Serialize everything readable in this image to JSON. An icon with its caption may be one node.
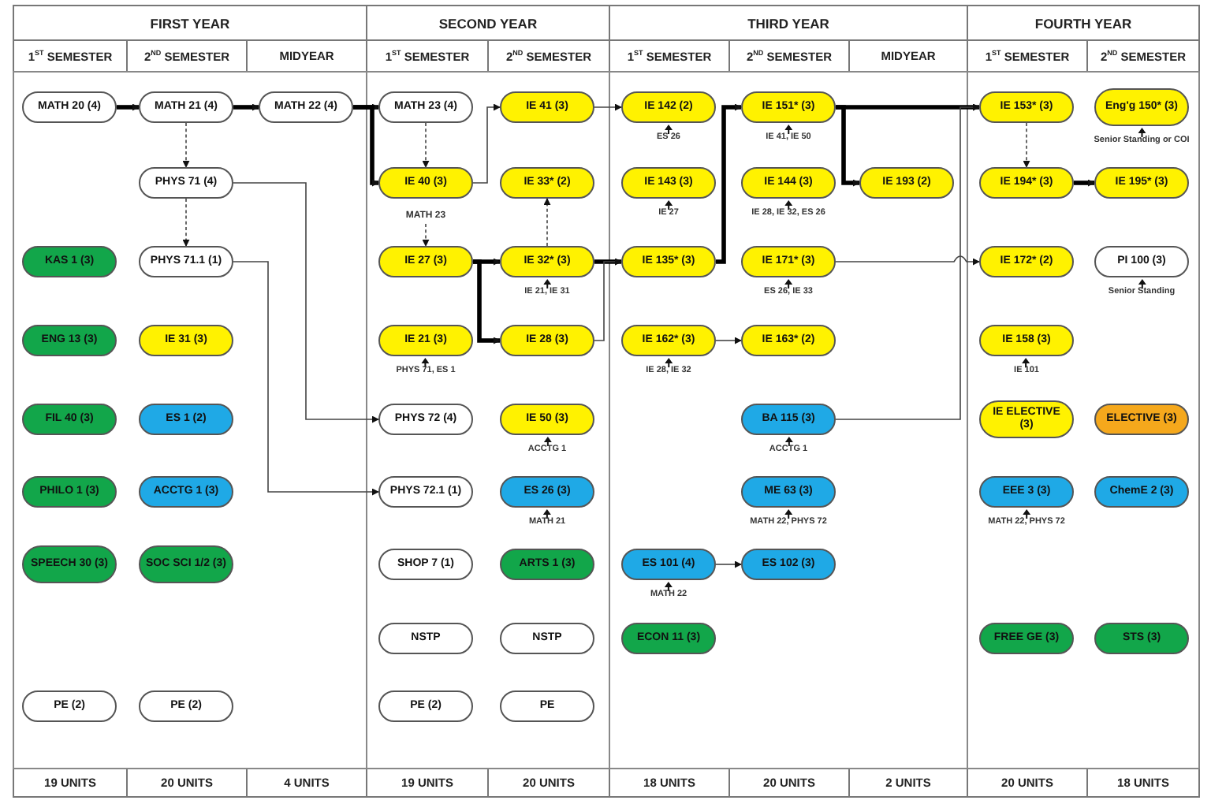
{
  "diagram": {
    "nodes": [
      {
        "text": [
          "MATH 20 (4)"
        ]
      },
      {
        "text": [
          "MATH 21 (4)"
        ]
      },
      {
        "text": [
          "MATH 22 (4)"
        ]
      },
      {
        "text": [
          "MATH 23 (4)"
        ]
      },
      {
        "text": [
          "IE 41 (3)"
        ]
      },
      {
        "text": [
          "IE 142 (2)"
        ],
        "beside": [
          "ES 26"
        ]
      },
      {
        "text": [
          "IE 151* (3)"
        ],
        "beside": [
          "IE 41, IE 50"
        ]
      },
      {
        "text": [
          "IE 153* (3)"
        ]
      },
      {
        "text": [
          "Eng'g 150* (3)"
        ],
        "beside": [
          "Senior Standing or COI"
        ]
      },
      {
        "text": [
          "PHYS 71 (4)"
        ]
      },
      {
        "text": [
          "IE 40 (3)"
        ]
      },
      {
        "text": [
          "IE 33* (2)"
        ]
      },
      {
        "text": [
          "IE 143 (3)"
        ],
        "beside": [
          "IE 27"
        ]
      },
      {
        "text": [
          "IE 144 (3)"
        ],
        "beside": [
          "IE 28, IE 32, ES 26"
        ]
      },
      {
        "text": [
          "IE 193 (2)"
        ]
      },
      {
        "text": [
          "IE 194* (3)"
        ]
      },
      {
        "text": [
          "IE 195* (3)"
        ]
      },
      {
        "text": [
          "MATH 23"
        ]
      },
      {
        "text": [
          "KAS 1 (3)"
        ]
      },
      {
        "text": [
          "PHYS 71.1 (1)"
        ]
      },
      {
        "text": [
          "IE 27 (3)"
        ]
      },
      {
        "text": [
          "IE 32* (3)"
        ],
        "beside": [
          "IE 21, IE 31"
        ]
      },
      {
        "text": [
          "IE 135* (3)"
        ]
      },
      {
        "text": [
          "IE 171* (3)"
        ],
        "beside": [
          "ES 26, IE 33"
        ]
      },
      {
        "text": [
          "IE 172* (2)"
        ]
      },
      {
        "text": [
          "PI 100 (3)"
        ],
        "beside": [
          "Senior Standing"
        ]
      },
      {
        "text": [
          "ENG 13 (3)"
        ]
      },
      {
        "text": [
          "IE 31 (3)"
        ]
      },
      {
        "text": [
          "IE 21 (3)"
        ],
        "beside": [
          "PHYS 71, ES 1"
        ]
      },
      {
        "text": [
          "IE 28 (3)"
        ]
      },
      {
        "text": [
          "IE 162* (3)"
        ],
        "beside": [
          "IE 28, IE 32"
        ]
      },
      {
        "text": [
          "IE 163* (2)"
        ]
      },
      {
        "text": [
          "IE 158 (3)"
        ],
        "beside": [
          "IE 101"
        ]
      },
      {
        "text": [
          "FIL 40 (3)"
        ]
      },
      {
        "text": [
          "ES 1 (2)"
        ]
      },
      {
        "text": [
          "PHYS 72 (4)"
        ]
      },
      {
        "text": [
          "IE 50 (3)"
        ],
        "beside": [
          "ACCTG 1"
        ]
      },
      {
        "text": [
          "BA 115 (3)"
        ],
        "beside": [
          "ACCTG 1"
        ]
      },
      {
        "text": [
          "IE ELECTIVE (3)"
        ]
      },
      {
        "text": [
          "ELECTIVE (3)"
        ]
      },
      {
        "text": [
          "PHILO 1 (3)"
        ]
      },
      {
        "text": [
          "ACCTG 1 (3)"
        ]
      },
      {
        "text": [
          "PHYS 72.1 (1)"
        ]
      },
      {
        "text": [
          "ES 26 (3)"
        ],
        "beside": [
          "MATH 21"
        ]
      },
      {
        "text": [
          "ME 63 (3)"
        ],
        "beside": [
          "MATH 22, PHYS 72"
        ]
      },
      {
        "text": [
          "EEE 3 (3)"
        ],
        "beside": [
          "MATH 22, PHYS 72"
        ]
      },
      {
        "text": [
          "ChemE 2 (3)"
        ]
      },
      {
        "text": [
          "SPEECH 30 (3)"
        ]
      },
      {
        "text": [
          "SOC SCI 1/2 (3)"
        ]
      },
      {
        "text": [
          "SHOP 7 (1)"
        ]
      },
      {
        "text": [
          "ARTS 1 (3)"
        ]
      },
      {
        "text": [
          "ES 101 (4)"
        ],
        "beside": [
          "MATH 22"
        ]
      },
      {
        "text": [
          "ES 102 (3)"
        ]
      },
      {
        "text": [
          "NSTP"
        ]
      },
      {
        "text": [
          "NSTP"
        ]
      },
      {
        "text": [
          "ECON 11 (3)"
        ]
      },
      {
        "text": [
          "FREE GE (3)"
        ]
      },
      {
        "text": [
          "STS (3)"
        ]
      },
      {
        "text": [
          "PE (2)"
        ]
      },
      {
        "text": [
          "PE (2)"
        ]
      },
      {
        "text": [
          "PE (2)"
        ]
      },
      {
        "text": [
          "PE"
        ]
      }
    ],
    "edges": [
      {
        "from": 0,
        "to": 1,
        "arrow": "to",
        "style": "thick"
      },
      {
        "from": 1,
        "to": 2,
        "arrow": "to",
        "style": "thick"
      },
      {
        "from": 2,
        "to": 3,
        "arrow": "to",
        "style": "thick"
      },
      {
        "from": 2,
        "to": 10,
        "arrow": "to",
        "style": "thick"
      },
      {
        "from": 3,
        "to": 10,
        "arrow": "to",
        "style": "dashed"
      },
      {
        "from": 1,
        "to": 9,
        "arrow": "to",
        "style": "dashed"
      },
      {
        "from": 9,
        "to": 19,
        "arrow": "to",
        "style": "dashed"
      },
      {
        "from": 9,
        "to": 35,
        "arrow": "to"
      },
      {
        "from": 19,
        "to": 42,
        "arrow": "to"
      },
      {
        "from": 10,
        "to": 4,
        "arrow": "to"
      },
      {
        "from": 4,
        "to": 5,
        "arrow": "to"
      },
      {
        "from": 17,
        "to": 20,
        "arrow": "to",
        "style": "dashed"
      },
      {
        "from": 20,
        "to": 21,
        "arrow": "to",
        "style": "thick"
      },
      {
        "from": 20,
        "to": 29,
        "arrow": "to",
        "style": "thick"
      },
      {
        "from": 21,
        "to": 11,
        "arrow": "to",
        "style": "dashed"
      },
      {
        "from": 21,
        "to": 22,
        "arrow": "to",
        "style": "thick"
      },
      {
        "from": 29,
        "to": 22,
        "arrow": "to"
      },
      {
        "from": 22,
        "to": 6,
        "arrow": "to",
        "style": "thick"
      },
      {
        "from": 6,
        "to": 7,
        "arrow": "to",
        "style": "thick"
      },
      {
        "from": 6,
        "to": 14,
        "arrow": "to",
        "style": "thick"
      },
      {
        "from": 7,
        "to": 15,
        "arrow": "to",
        "style": "dashed"
      },
      {
        "from": 15,
        "to": 16,
        "arrow": "to",
        "style": "thick"
      },
      {
        "from": 23,
        "to": 24,
        "arrow": "to"
      },
      {
        "from": 30,
        "to": 31,
        "arrow": "to"
      },
      {
        "from": 37,
        "to": 7,
        "arrow": "to"
      },
      {
        "from": 51,
        "to": 52,
        "arrow": "to"
      }
    ],
    "labels": [
      "FIRST YEAR",
      "SECOND YEAR",
      "THIRD YEAR",
      "FOURTH YEAR",
      "1$^{ST}$ SEMESTER",
      "2$^{ND}$ SEMESTER",
      "MIDYEAR",
      "1$^{ST}$ SEMESTER",
      "2$^{ND}$ SEMESTER",
      "1$^{ST}$ SEMESTER",
      "2$^{ND}$ SEMESTER",
      "MIDYEAR",
      "1$^{ST}$ SEMESTER",
      "2$^{ND}$ SEMESTER",
      "19 UNITS",
      "20 UNITS",
      "4 UNITS",
      "19 UNITS",
      "20 UNITS",
      "18 UNITS",
      "20 UNITS",
      "2 UNITS",
      "20 UNITS",
      "18 UNITS"
    ]
  }
}
